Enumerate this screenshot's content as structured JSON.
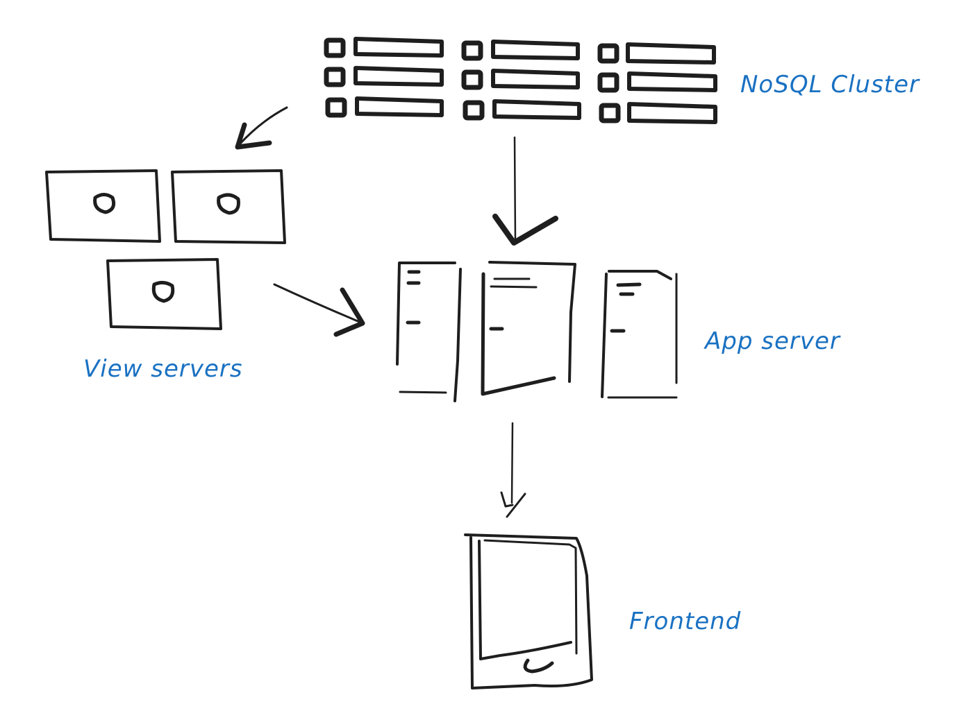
{
  "diagram": {
    "title": "NoSQL architecture sketch",
    "label_color": "#1971c2",
    "stroke_color": "#1e1e1e",
    "nodes": [
      {
        "id": "nosql",
        "label": "NoSQL Cluster",
        "kind": "database-rack",
        "count": 9
      },
      {
        "id": "view",
        "label": "View servers",
        "kind": "monitor",
        "count": 3
      },
      {
        "id": "app",
        "label": "App server",
        "kind": "document",
        "count": 3
      },
      {
        "id": "frontend",
        "label": "Frontend",
        "kind": "mobile-device",
        "count": 1
      }
    ],
    "edges": [
      {
        "from": "nosql",
        "to": "view"
      },
      {
        "from": "nosql",
        "to": "app"
      },
      {
        "from": "view",
        "to": "app"
      },
      {
        "from": "app",
        "to": "frontend"
      }
    ]
  }
}
